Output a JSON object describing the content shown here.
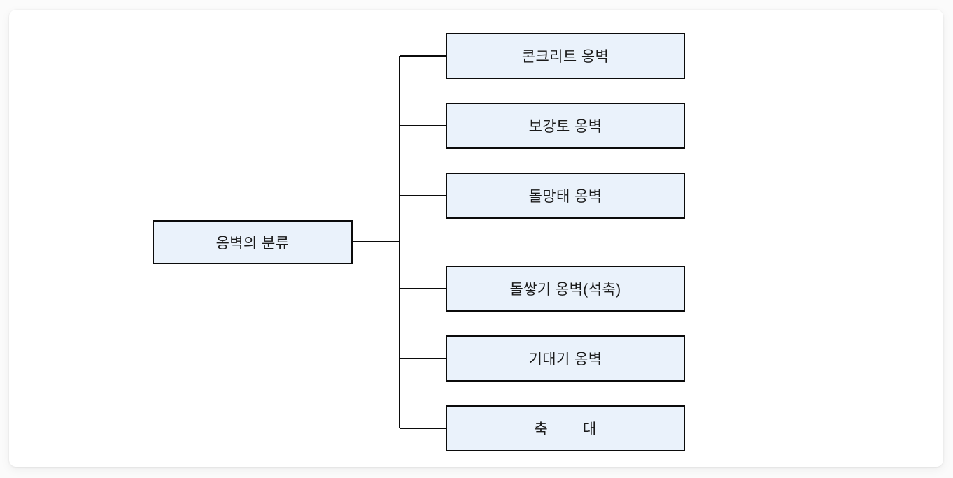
{
  "diagram": {
    "type": "tree",
    "orientation": "left-to-right",
    "root": {
      "label": "옹벽의 분류"
    },
    "children": [
      {
        "label": "콘크리트 옹벽"
      },
      {
        "label": "보강토 옹벽"
      },
      {
        "label": "돌망태 옹벽"
      },
      {
        "label": "돌쌓기 옹벽(석축)"
      },
      {
        "label": "기대기 옹벽"
      },
      {
        "label": "축        대"
      }
    ],
    "colors": {
      "node_fill": "#eaf2fb",
      "node_border": "#0b0b0b",
      "connector": "#0b0b0b",
      "text": "#1a1a1a",
      "card_background": "#ffffff",
      "page_background": "#fbfbfb"
    }
  }
}
